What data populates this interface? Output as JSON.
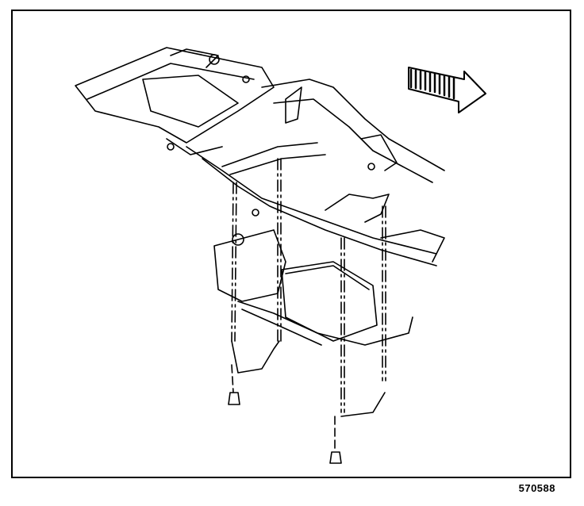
{
  "figure": {
    "number": "570588"
  },
  "illustration": {
    "icons": [
      "direction-arrow-icon",
      "fuel-tank",
      "frame-rails",
      "tank-straps",
      "strap-bolts"
    ]
  }
}
